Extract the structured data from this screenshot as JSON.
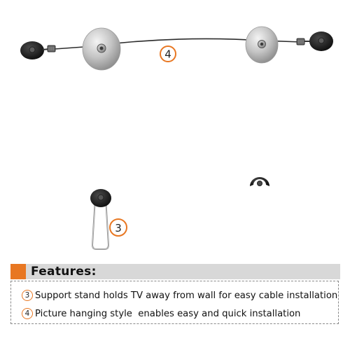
{
  "illustration": {
    "callout_cable": "4",
    "callout_stand": "3"
  },
  "features": {
    "title": "Features:",
    "items": [
      {
        "number": "3",
        "text": "Support stand holds TV away from wall for easy cable installation"
      },
      {
        "number": "4",
        "text": "Picture hanging style  enables easy and quick installation"
      }
    ]
  },
  "colors": {
    "accent": "#e87722",
    "header_bar": "#d8d8d8",
    "anchor": "#1a1a1a",
    "disc": "#b8b8b8"
  },
  "icons": [
    "wall-anchor-icon",
    "mounting-disc-icon",
    "cable-tensioner-icon",
    "support-stand-icon"
  ]
}
